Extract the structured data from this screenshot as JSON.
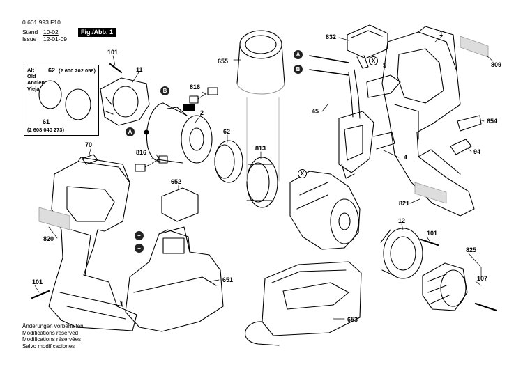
{
  "header": {
    "part_number": "0 601 993 F10",
    "stand_label": "Stand",
    "stand_value": "10-02",
    "issue_label": "Issue",
    "issue_value": "12-01-09",
    "figure_label": "Fig./Abb. 1"
  },
  "legend": {
    "lines": [
      "Alt",
      "Old",
      "Ancien",
      "Vieja"
    ],
    "item_top": "62",
    "item_top_code": "(2 600 202 058)",
    "item_bottom": "61",
    "item_bottom_code": "(2 608 040 273)"
  },
  "footer": [
    "Änderungen vorbehalten",
    "Modifications reserved",
    "Modifications réservées",
    "Salvo modificaciones"
  ],
  "callouts": {
    "c101a": "101",
    "c11": "11",
    "c655": "655",
    "c816a": "816",
    "c2": "2",
    "c832": "832",
    "c5": "5",
    "c1a": "1",
    "c809": "809",
    "c45": "45",
    "c62": "62",
    "c813": "813",
    "c654": "654",
    "c4": "4",
    "c94": "94",
    "c70": "70",
    "c816b": "816",
    "c652": "652",
    "c821": "821",
    "c820": "820",
    "c12": "12",
    "c101b": "101",
    "c825": "825",
    "c651": "651",
    "c107": "107",
    "c101c": "101",
    "c1b": "1",
    "c653": "653"
  },
  "markers": {
    "a": "A",
    "b": "B",
    "x": "X",
    "plus": "+",
    "minus": "−"
  }
}
